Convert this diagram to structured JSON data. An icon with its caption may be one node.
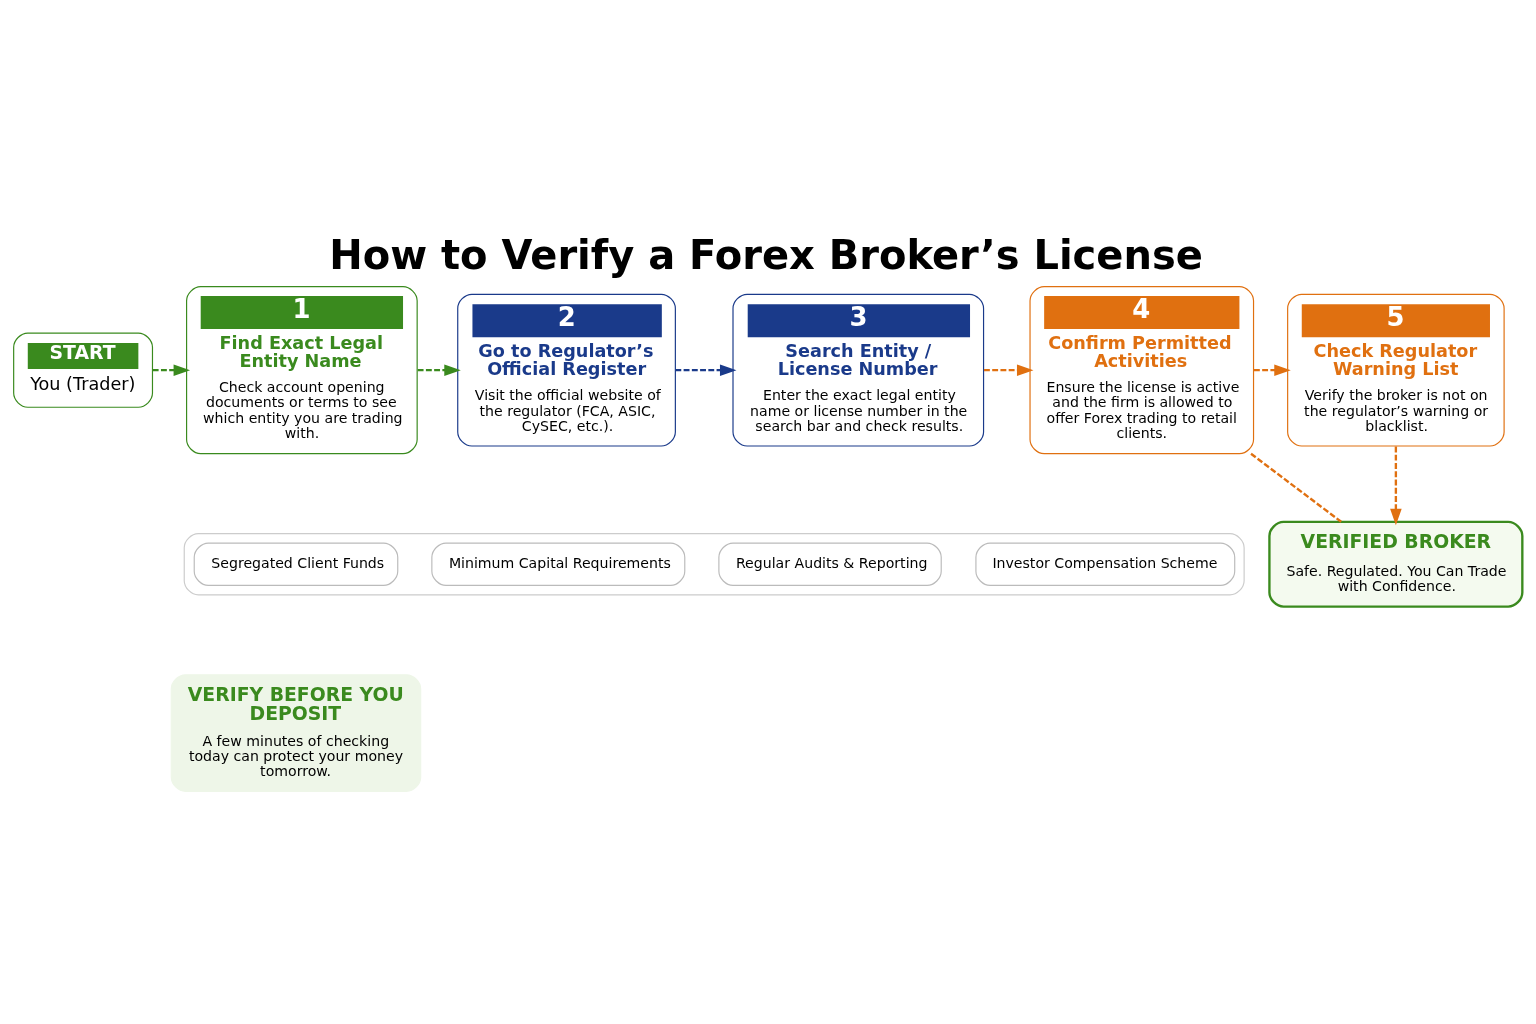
{
  "diagram": {
    "title": "How to Verify a Forex Broker’s License",
    "nodes": [
      {
        "text": [
          "START",
          "You (Trader)"
        ]
      },
      {
        "text": [
          "1",
          "Find Exact Legal Entity Name",
          "Check account opening documents or terms to see which entity you are trading with."
        ]
      },
      {
        "text": [
          "2",
          "Go to Regulator’s Official Register",
          "Visit the official website of the regulator (FCA, ASIC, CySEC, etc.)."
        ]
      },
      {
        "text": [
          "3",
          "Search Entity / License Number",
          "Enter the exact legal entity name or license number in the search bar and check results."
        ]
      },
      {
        "text": [
          "4",
          "Confirm Permitted Activities",
          "Ensure the license is active and the firm is allowed to offer Forex trading to retail clients."
        ]
      },
      {
        "text": [
          "5",
          "Check Regulator Warning List",
          "Verify the broker is not on the regulator’s warning or blacklist."
        ]
      },
      {
        "text": [],
        "shape": "box"
      },
      {
        "text": [
          "Segregated Client Funds"
        ],
        "in": 6
      },
      {
        "text": [
          "Minimum Capital Requirements"
        ],
        "in": 6
      },
      {
        "text": [
          "Regular Audits & Reporting"
        ],
        "in": 6
      },
      {
        "text": [
          "Investor Compensation Scheme"
        ],
        "in": 6
      },
      {
        "text": [
          "VERIFIED BROKER",
          "Safe. Regulated. You Can Trade with Confidence."
        ]
      },
      {
        "text": [
          "VERIFY BEFORE YOU DEPOSIT",
          "A few minutes of checking today can protect your money tomorrow."
        ]
      }
    ],
    "edges": [
      {
        "from": 0,
        "to": 1,
        "arrow": "to",
        "style": "dashed",
        "color": "#3a8a1e"
      },
      {
        "from": 1,
        "to": 2,
        "arrow": "to",
        "style": "dashed",
        "color": "#3a8a1e"
      },
      {
        "from": 2,
        "to": 3,
        "arrow": "to",
        "style": "dashed",
        "color": "#1a3a8a"
      },
      {
        "from": 3,
        "to": 4,
        "arrow": "to",
        "style": "dashed",
        "color": "#e07010"
      },
      {
        "from": 4,
        "to": 5,
        "arrow": "to",
        "style": "dashed",
        "color": "#e07010"
      },
      {
        "from": 4,
        "to": 11,
        "arrow": "none",
        "style": "dashed",
        "color": "#e07010"
      },
      {
        "from": 5,
        "to": 11,
        "arrow": "to",
        "style": "dashed",
        "color": "#e07010"
      }
    ]
  }
}
